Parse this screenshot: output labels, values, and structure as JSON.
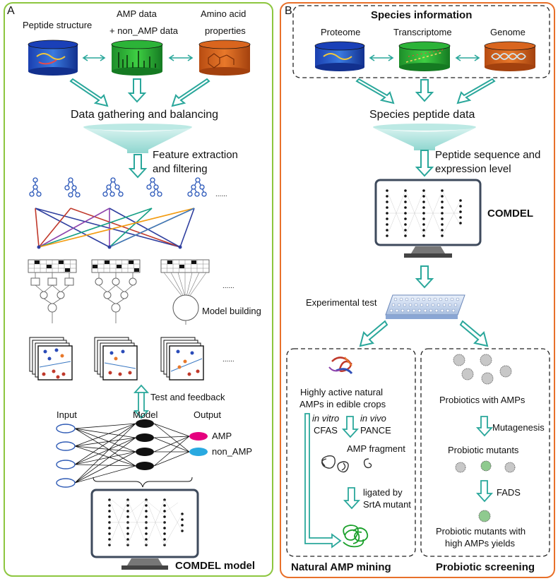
{
  "panel_a": {
    "letter": "A",
    "sources": [
      "Peptide structure",
      "AMP data",
      "+ non_AMP data",
      "Amino acid",
      "properties"
    ],
    "gather": "Data gathering and balancing",
    "feature": [
      "Feature extraction",
      "and filtering"
    ],
    "model_building": "Model building",
    "test_feedback": "Test and feedback",
    "net": {
      "input": "Input",
      "model": "Model",
      "output": "Output",
      "amp": "AMP",
      "non_amp": "non_AMP"
    },
    "comdel_model": "COMDEL model",
    "ellipsis": "......"
  },
  "panel_b": {
    "letter": "B",
    "species_info": "Species information",
    "omics": [
      "Proteome",
      "Transcriptome",
      "Genome"
    ],
    "species_peptide": "Species peptide data",
    "seq_expr": [
      "Peptide sequence and",
      "expression level"
    ],
    "comdel": "COMDEL",
    "exp_test": "Experimental test",
    "natural": {
      "lines": [
        "Highly active natural",
        "AMPs in edible crops"
      ],
      "in_vitro": "in vitro",
      "cfas": "CFAS",
      "in_vivo": "in vivo",
      "pance": "PANCE",
      "fragment": "AMP fragment",
      "ligated": [
        "ligated by",
        "SrtA mutant"
      ],
      "title": "Natural AMP mining"
    },
    "probiotic": {
      "with_amps": "Probiotics with AMPs",
      "mutagenesis": "Mutagenesis",
      "mutants": "Probiotic mutants",
      "fads": "FADS",
      "high": [
        "Probiotic mutants with",
        "high AMPs yields"
      ],
      "title": "Probiotic screening"
    }
  },
  "colors": {
    "panel_a_border": "#8dc63f",
    "panel_b_border": "#e8702a",
    "arrow": "#2aa79b",
    "amp": "#e5007e",
    "non_amp": "#29a9e0"
  }
}
